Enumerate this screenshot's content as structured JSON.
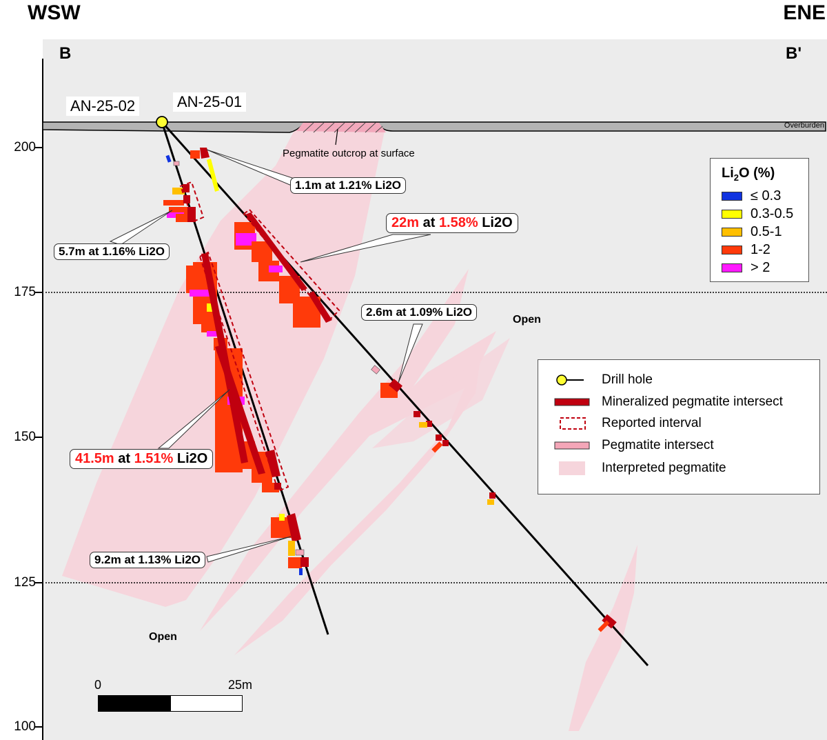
{
  "header": {
    "left_direction": "WSW",
    "right_direction": "ENE"
  },
  "section": {
    "start_label": "B",
    "end_label": "B'"
  },
  "y_axis": {
    "ticks": [
      "200",
      "175",
      "150",
      "125",
      "100"
    ]
  },
  "drill_holes": [
    {
      "id": "AN-25-02"
    },
    {
      "id": "AN-25-01"
    }
  ],
  "surface": {
    "overburden_label": "Overburden",
    "outcrop_label": "Pegmatite outcrop at surface"
  },
  "intervals": [
    {
      "length": "1.1m",
      "joiner": " at ",
      "grade": "1.21%",
      "unit": " Li2O",
      "highlight": false
    },
    {
      "length": "22m",
      "joiner": " at ",
      "grade": "1.58%",
      "unit": " Li2O",
      "highlight": true
    },
    {
      "length": "5.7m",
      "joiner": " at ",
      "grade": "1.16%",
      "unit": " Li2O",
      "highlight": false
    },
    {
      "length": "2.6m",
      "joiner": " at ",
      "grade": "1.09%",
      "unit": " Li2O",
      "highlight": false
    },
    {
      "length": "41.5m",
      "joiner": " at ",
      "grade": "1.51%",
      "unit": " Li2O",
      "highlight": true
    },
    {
      "length": "9.2m",
      "joiner": " at ",
      "grade": "1.13%",
      "unit": " Li2O",
      "highlight": false
    }
  ],
  "open_labels": [
    "Open",
    "Open"
  ],
  "grade_legend": {
    "title_main": "Li",
    "title_sub": "2",
    "title_rest": "O (%)",
    "items": [
      {
        "label": "≤ 0.3",
        "color": "#1033e0"
      },
      {
        "label": "0.3-0.5",
        "color": "#ffff00"
      },
      {
        "label": "0.5-1",
        "color": "#ffbf00"
      },
      {
        "label": "1-2",
        "color": "#ff3a0a"
      },
      {
        "label": "> 2",
        "color": "#ff19ff"
      }
    ]
  },
  "legend": {
    "items": [
      {
        "label": "Drill hole"
      },
      {
        "label": "Mineralized pegmatite intersect",
        "color": "#c0000f"
      },
      {
        "label": "Reported interval",
        "color": "#c0000f"
      },
      {
        "label": "Pegmatite intersect",
        "color": "#f4a6b8"
      },
      {
        "label": "Interpreted pegmatite",
        "color": "#f6d5dc"
      }
    ]
  },
  "scale_bar": {
    "start": "0",
    "end": "25m"
  },
  "colors": {
    "background": "#ececec",
    "overburden": "#b4b4b4",
    "interpreted": "#f6d5dc",
    "mineralized": "#c0000f"
  }
}
